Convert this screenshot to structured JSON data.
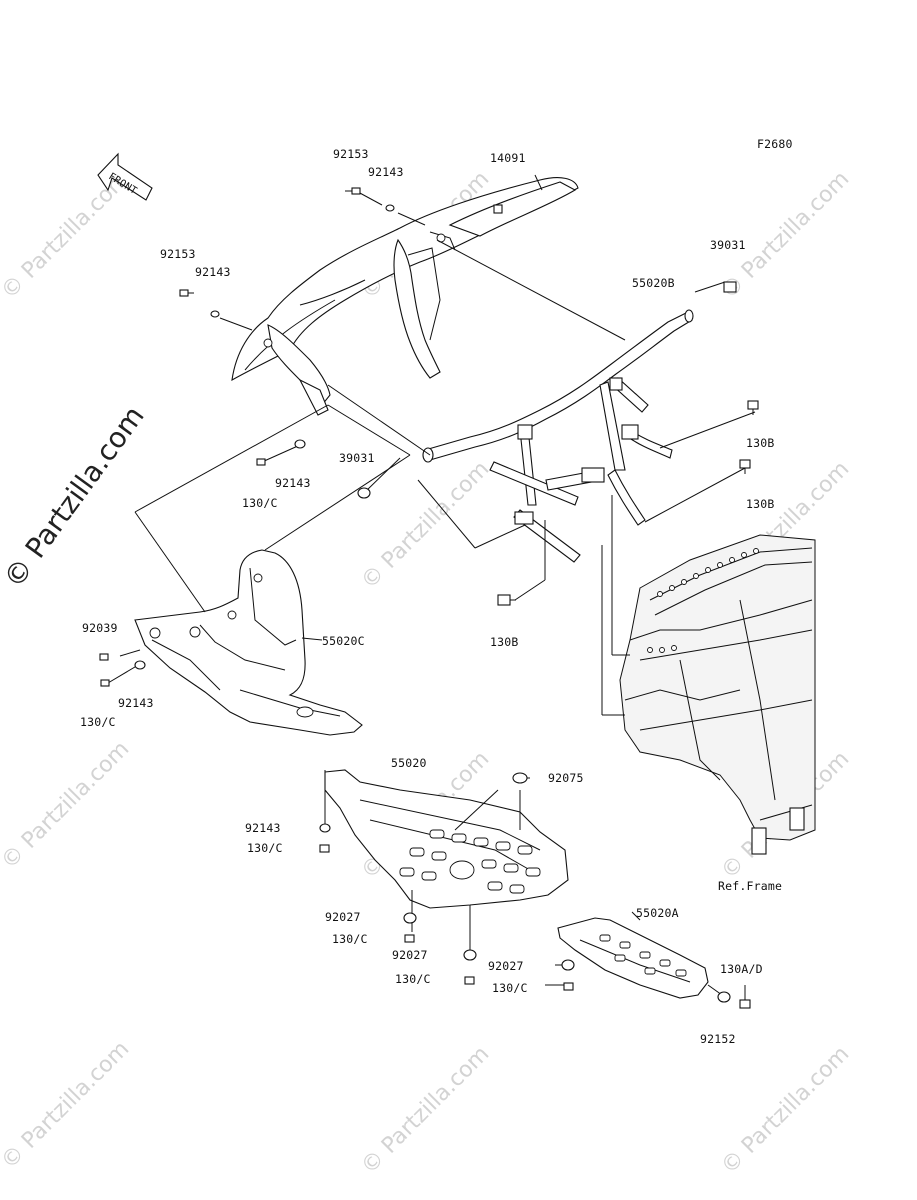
{
  "diagram": {
    "figure_code": "F2680",
    "front_label": "FRONT",
    "ref_frame_label": "Ref.Frame",
    "watermark_side": "© Partzilla.com",
    "watermark_tile": "© Partzilla.com",
    "labels": {
      "p14091": "14091",
      "p92153_a": "92153",
      "p92143_a": "92143",
      "p92153_b": "92153",
      "p92143_b": "92143",
      "p39031_a": "39031",
      "p55020B": "55020B",
      "p130B_a": "130B",
      "p130B_b": "130B",
      "p92143_c": "92143",
      "p130C_a": "130/C",
      "p39031_b": "39031",
      "p130B_c": "130B",
      "p92039": "92039",
      "p55020C": "55020C",
      "p92143_d": "92143",
      "p130C_b": "130/C",
      "p55020": "55020",
      "p92075": "92075",
      "p92143_e": "92143",
      "p130C_c": "130/C",
      "p92027_a": "92027",
      "p130C_d": "130/C",
      "p92027_b": "92027",
      "p130C_e": "130/C",
      "p55020A": "55020A",
      "p92027_c": "92027",
      "p130C_f": "130/C",
      "p130AD": "130A/D",
      "p92152": "92152"
    }
  }
}
